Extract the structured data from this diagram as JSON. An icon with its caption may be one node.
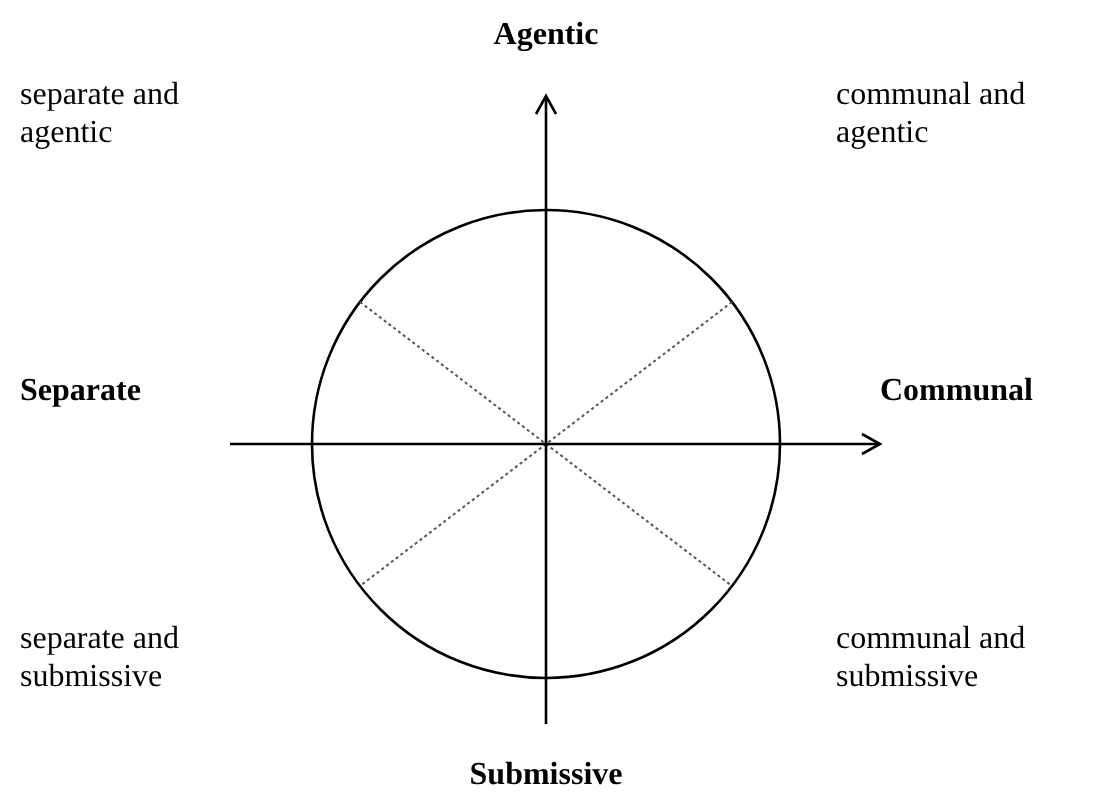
{
  "diagram": {
    "labels": [
      "Agentic",
      "separate and agentic",
      "communal and agentic",
      "Separate",
      "Communal",
      "separate and submissive",
      "communal and submissive",
      "Submissive"
    ]
  }
}
